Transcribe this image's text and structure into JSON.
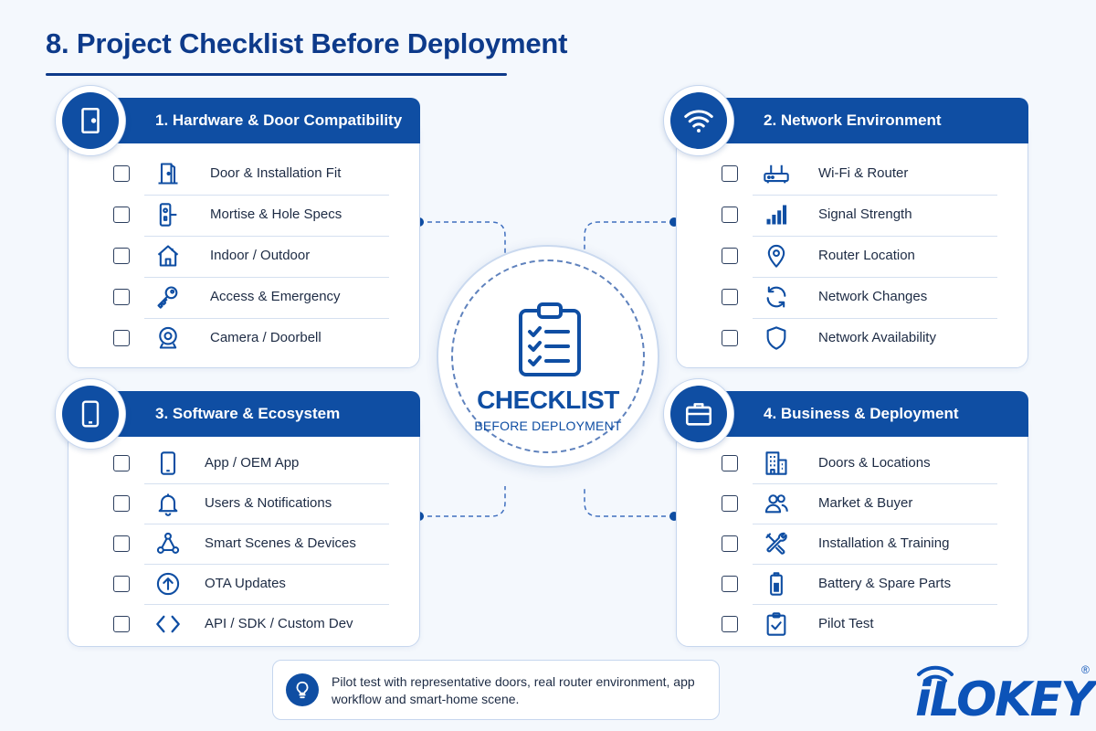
{
  "page": {
    "title": "8. Project Checklist Before Deployment"
  },
  "colors": {
    "primary": "#0f4ea3",
    "title": "#0d3a8a",
    "background": "#f4f8fd"
  },
  "cards": [
    {
      "title": "1. Hardware & Door Compatibility",
      "icon": "door-icon",
      "items": [
        {
          "label": "Door & Installation Fit",
          "icon": "door-icon"
        },
        {
          "label": "Mortise & Hole Specs",
          "icon": "lock-icon"
        },
        {
          "label": "Indoor / Outdoor",
          "icon": "house-icon"
        },
        {
          "label": "Access & Emergency",
          "icon": "key-icon"
        },
        {
          "label": "Camera / Doorbell",
          "icon": "camera-icon"
        }
      ]
    },
    {
      "title": "2. Network Environment",
      "icon": "wifi-icon",
      "items": [
        {
          "label": "Wi-Fi & Router",
          "icon": "router-icon"
        },
        {
          "label": "Signal Strength",
          "icon": "signal-icon"
        },
        {
          "label": "Router Location",
          "icon": "location-pin-icon"
        },
        {
          "label": "Network Changes",
          "icon": "refresh-icon"
        },
        {
          "label": "Network Availability",
          "icon": "shield-icon"
        }
      ]
    },
    {
      "title": "3. Software & Ecosystem",
      "icon": "phone-icon",
      "items": [
        {
          "label": "App / OEM App",
          "icon": "phone-icon"
        },
        {
          "label": "Users & Notifications",
          "icon": "bell-icon"
        },
        {
          "label": "Smart Scenes & Devices",
          "icon": "network-nodes-icon"
        },
        {
          "label": "OTA Updates",
          "icon": "upload-arrow-icon"
        },
        {
          "label": "API / SDK / Custom Dev",
          "icon": "code-brackets-icon"
        }
      ]
    },
    {
      "title": "4. Business & Deployment",
      "icon": "briefcase-icon",
      "items": [
        {
          "label": "Doors & Locations",
          "icon": "building-icon"
        },
        {
          "label": "Market & Buyer",
          "icon": "users-icon"
        },
        {
          "label": "Installation & Training",
          "icon": "tools-icon"
        },
        {
          "label": "Battery & Spare Parts",
          "icon": "battery-icon"
        },
        {
          "label": "Pilot Test",
          "icon": "clipboard-check-icon"
        }
      ]
    }
  ],
  "hub": {
    "title": "CHECKLIST",
    "subtitle": "BEFORE DEPLOYMENT",
    "icon": "clipboard-checklist-icon"
  },
  "tip": {
    "icon": "lightbulb-icon",
    "text": "Pilot test with representative doors, real router environment, app workflow and smart-home scene."
  },
  "logo": {
    "text": "iLOKEY",
    "registered": "®",
    "icon": "wifi-signal-icon"
  }
}
